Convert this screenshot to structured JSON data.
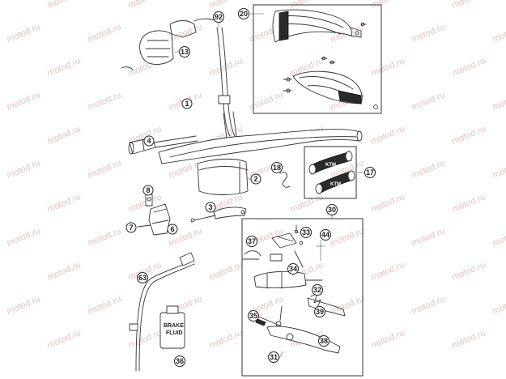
{
  "watermark": "motod.ru",
  "callouts": [
    {
      "id": "1",
      "label": "1"
    },
    {
      "id": "2",
      "label": "2"
    },
    {
      "id": "3",
      "label": "3"
    },
    {
      "id": "4",
      "label": "4"
    },
    {
      "id": "6",
      "label": "6"
    },
    {
      "id": "7",
      "label": "7"
    },
    {
      "id": "8",
      "label": "8"
    },
    {
      "id": "13",
      "label": "13"
    },
    {
      "id": "17",
      "label": "17"
    },
    {
      "id": "18",
      "label": "18"
    },
    {
      "id": "20",
      "label": "20"
    },
    {
      "id": "30",
      "label": "30"
    },
    {
      "id": "31",
      "label": "31"
    },
    {
      "id": "32",
      "label": "32"
    },
    {
      "id": "33",
      "label": "33"
    },
    {
      "id": "34",
      "label": "34"
    },
    {
      "id": "35",
      "label": "35"
    },
    {
      "id": "36",
      "label": "36"
    },
    {
      "id": "37",
      "label": "37"
    },
    {
      "id": "38",
      "label": "38"
    },
    {
      "id": "39",
      "label": "39"
    },
    {
      "id": "44",
      "label": "44"
    },
    {
      "id": "63",
      "label": "63"
    },
    {
      "id": "92",
      "label": "92"
    }
  ],
  "grip_brand": "KTM",
  "bottle_text": [
    "BRAKE",
    "FLUID"
  ]
}
